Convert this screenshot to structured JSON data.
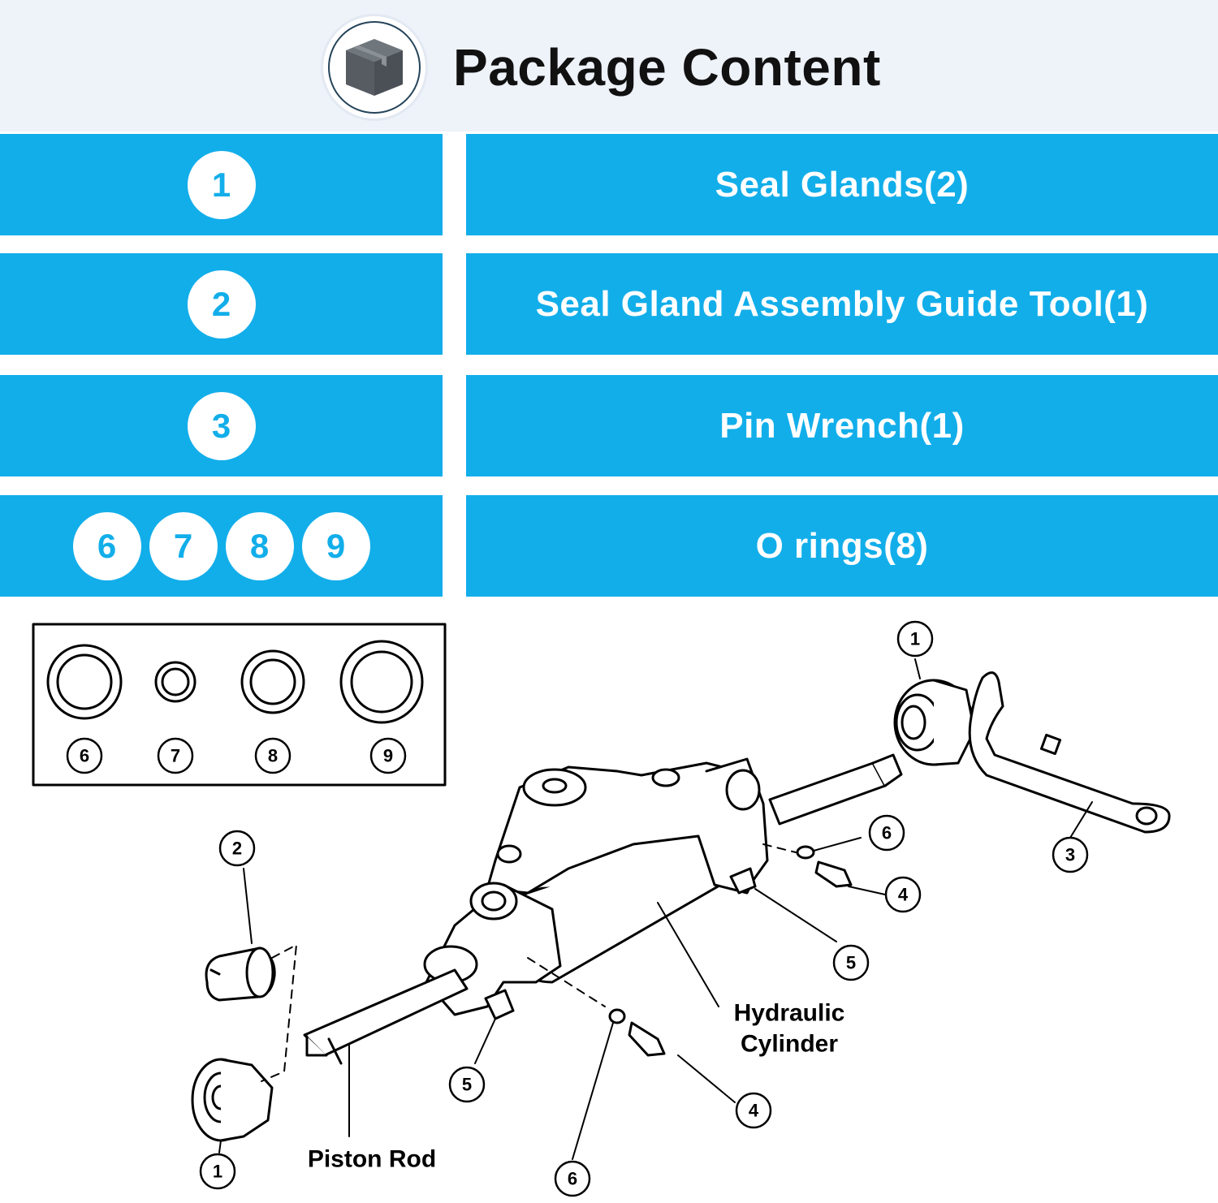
{
  "header": {
    "title": "Package Content",
    "icon": "box-icon"
  },
  "rows": [
    {
      "numbers": [
        "1"
      ],
      "label": "Seal Glands(2)"
    },
    {
      "numbers": [
        "2"
      ],
      "label": "Seal Gland Assembly Guide Tool(1)"
    },
    {
      "numbers": [
        "3"
      ],
      "label": "Pin Wrench(1)"
    },
    {
      "numbers": [
        "6",
        "7",
        "8",
        "9"
      ],
      "label": "O rings(8)"
    }
  ],
  "diagram": {
    "o_ring_numbers": [
      "6",
      "7",
      "8",
      "9"
    ],
    "callouts": {
      "seal_gland_top": "1",
      "seal_gland_bottom": "1",
      "guide_tool": "2",
      "pin_wrench": "3",
      "fitting_right": "4",
      "fitting_left": "4",
      "bleeder_right": "5",
      "bleeder_left": "5",
      "oring_right": "6",
      "oring_bottom": "6"
    },
    "labels": {
      "hydraulic": "Hydraulic",
      "cylinder": "Cylinder",
      "piston_rod": "Piston Rod"
    }
  },
  "colors": {
    "accent": "#12aeea",
    "header_bg": "#eef2f9",
    "text_dark": "#111111"
  }
}
